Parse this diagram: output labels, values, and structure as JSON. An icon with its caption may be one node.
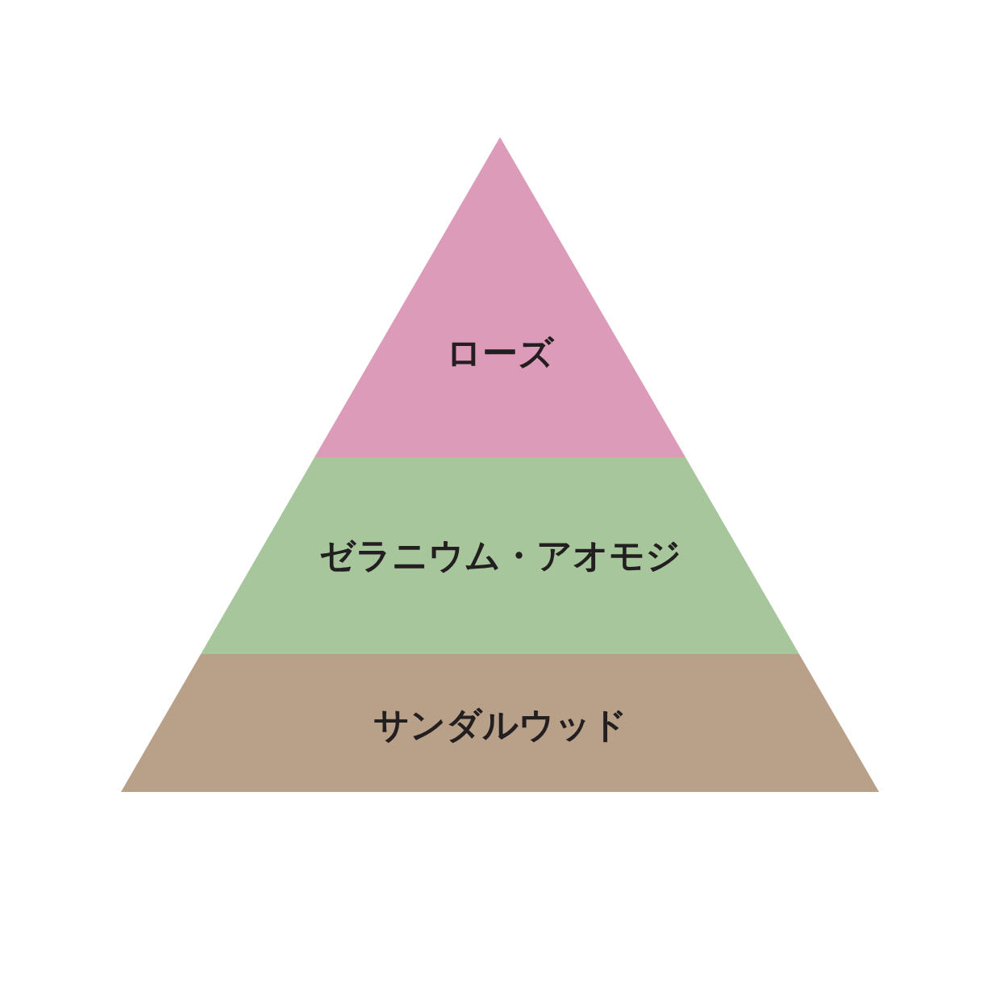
{
  "diagram": {
    "nodes": [
      {
        "text": [
          "ローズ"
        ]
      },
      {
        "text": [
          "ゼラニウム・アオモジ"
        ]
      },
      {
        "text": [
          "サンダルウッド"
        ]
      }
    ]
  }
}
